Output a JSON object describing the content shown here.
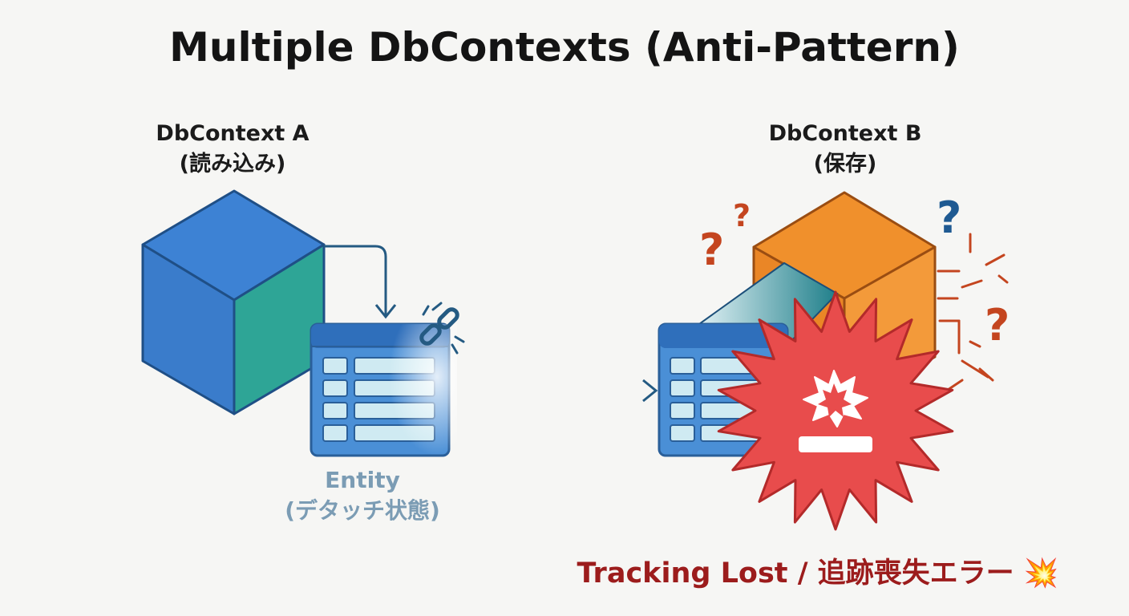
{
  "title": "Multiple DbContexts (Anti-Pattern)",
  "context_a": {
    "name": "DbContext A",
    "role": "(読み込み)"
  },
  "context_b": {
    "name": "DbContext B",
    "role": "(保存)"
  },
  "entity": {
    "name": "Entity",
    "state": "(デタッチ状態)"
  },
  "error": {
    "text": "Tracking Lost / 追跡喪失エラー",
    "emoji": "💥"
  },
  "question_mark": "?",
  "colors": {
    "context_a": "#3a7fd0",
    "context_b": "#f0902c",
    "error": "#e84c4c",
    "error_text": "#9c1c1c",
    "entity": "#4a8fd6",
    "arrow": "#245a82"
  }
}
